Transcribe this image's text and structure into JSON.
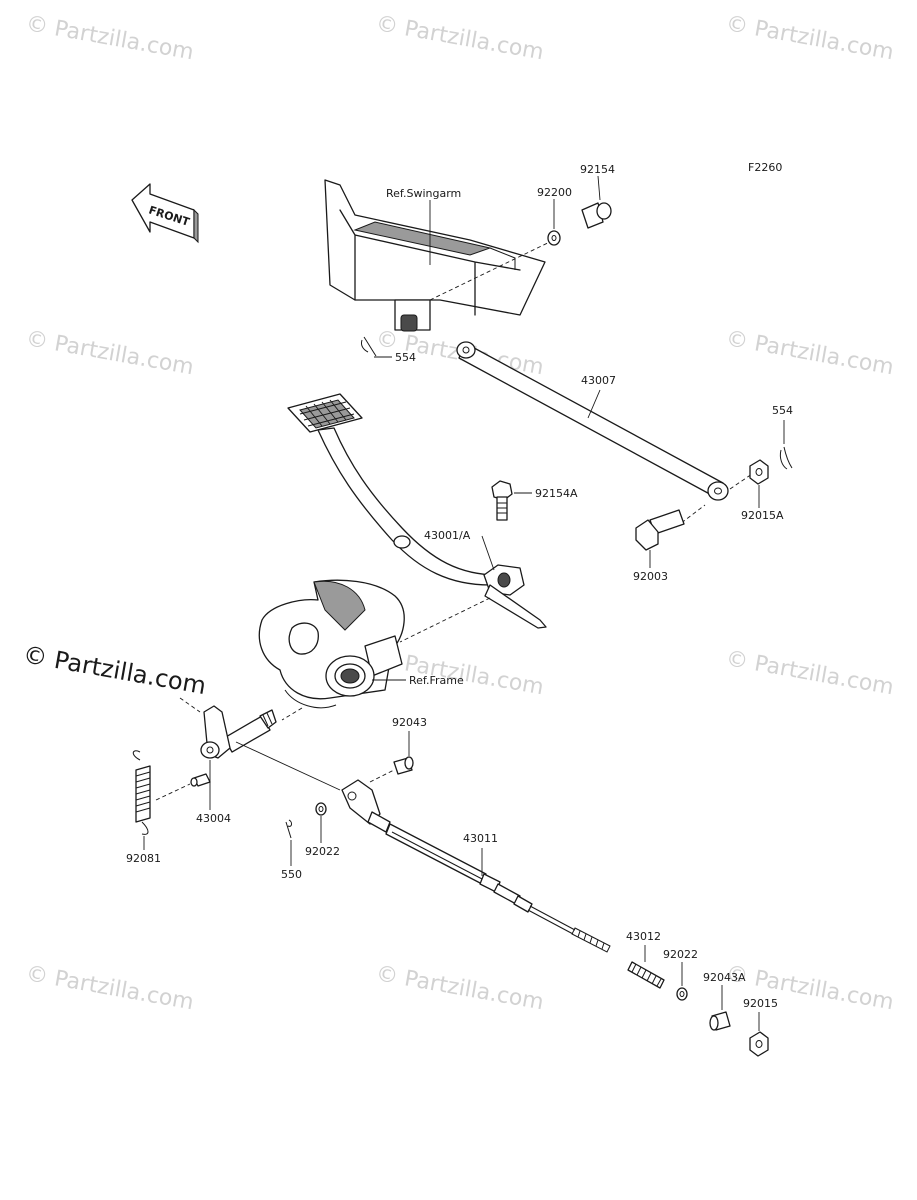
{
  "figure_code": "F2260",
  "front_marker": "FRONT",
  "brand": "© Partzilla.com",
  "watermark_text": "© Partzilla.com",
  "references": {
    "swingarm": "Ref.Swingarm",
    "frame": "Ref.Frame"
  },
  "parts": {
    "p92154": "92154",
    "p92200": "92200",
    "p554_upper": "554",
    "p43007": "43007",
    "p554_right": "554",
    "p92015A": "92015A",
    "p92154A": "92154A",
    "p43001A": "43001/A",
    "p92003": "92003",
    "p43004": "43004",
    "p92081": "92081",
    "p92043": "92043",
    "p92022_left": "92022",
    "p550": "550",
    "p43011": "43011",
    "p43012": "43012",
    "p92022_right": "92022",
    "p92043A": "92043A",
    "p92015": "92015"
  }
}
